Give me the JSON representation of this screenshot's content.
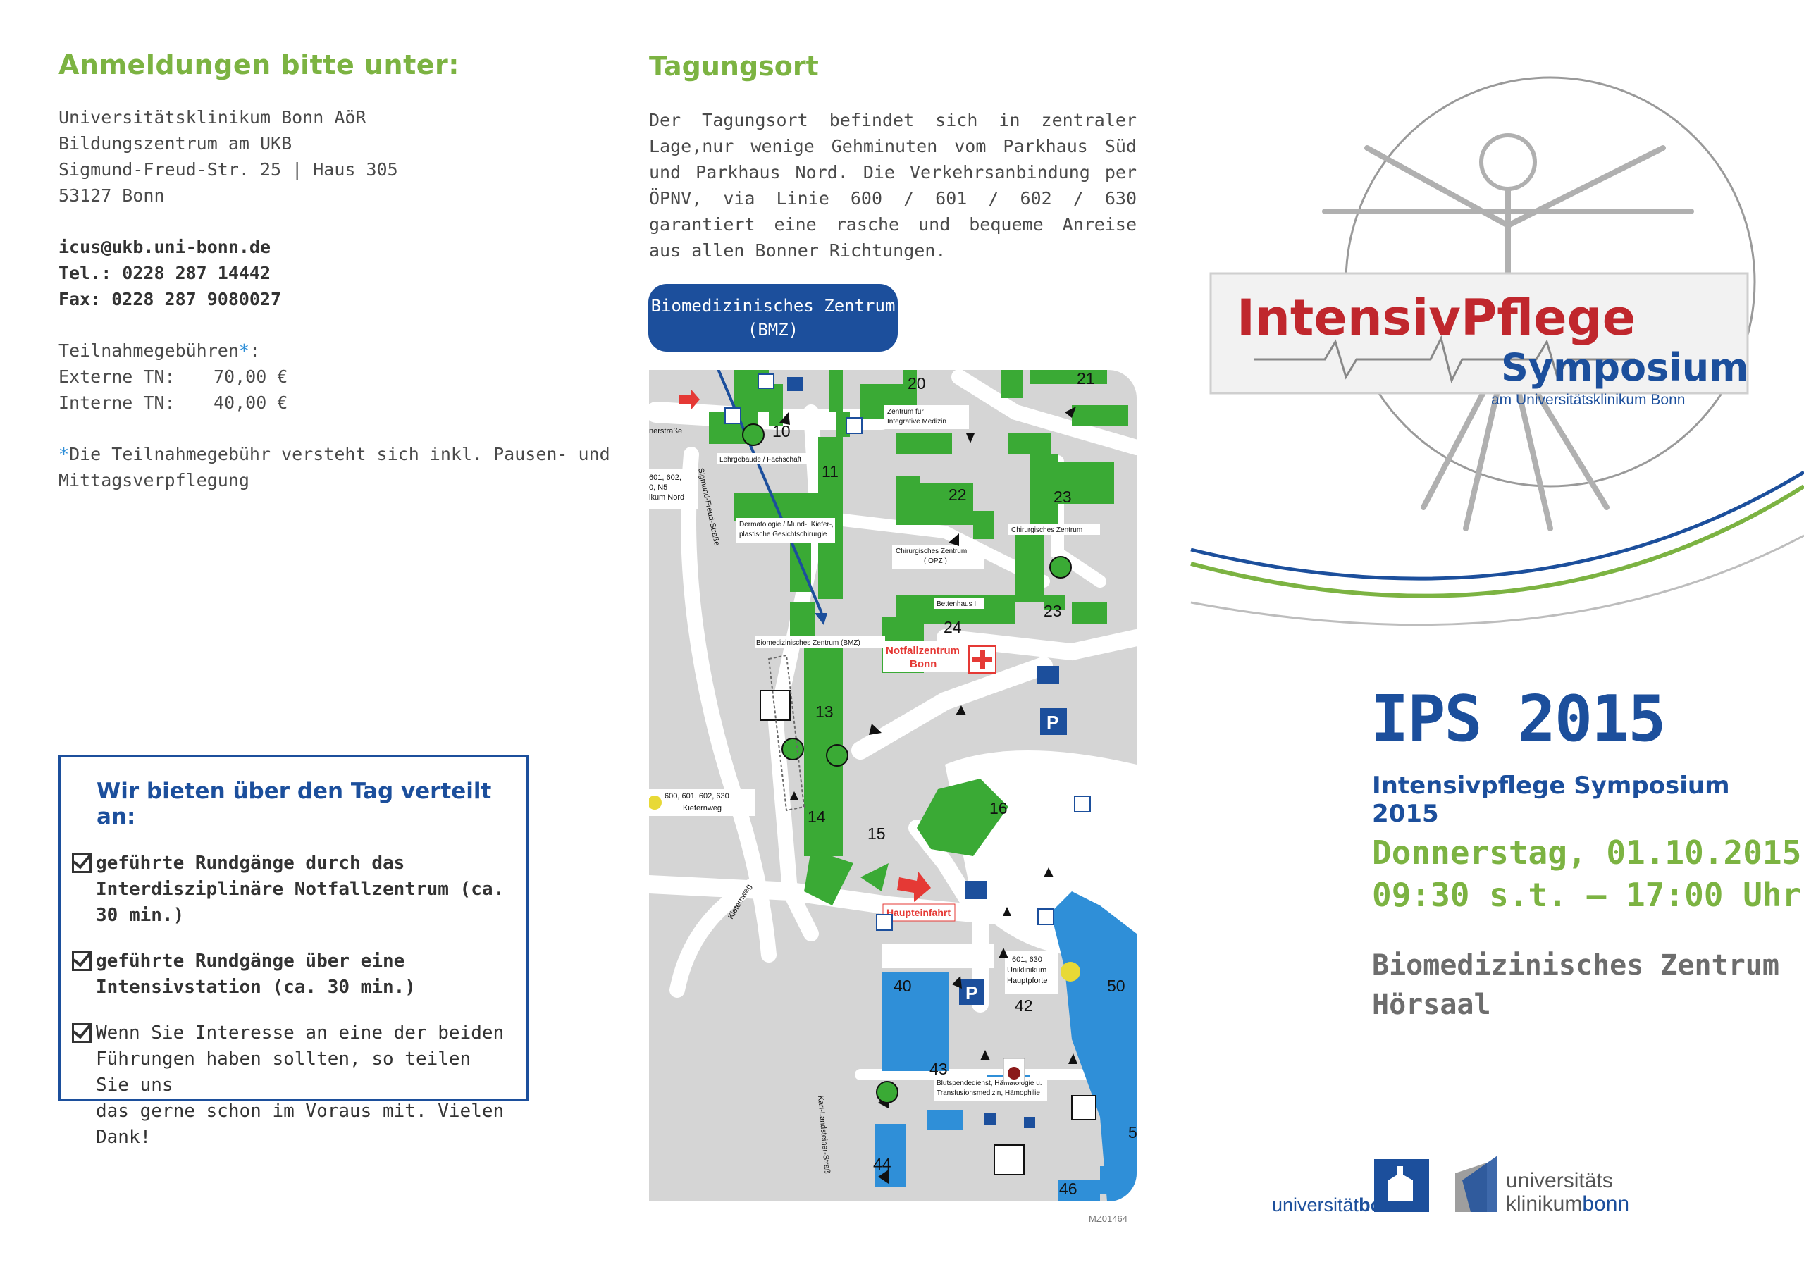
{
  "registration": {
    "heading": "Anmeldungen bitte unter:",
    "address": [
      "Universitätsklinikum Bonn AöR",
      "Bildungszentrum am UKB",
      "Sigmund-Freud-Str. 25 | Haus 305",
      "53127 Bonn"
    ],
    "email": "icus@ukb.uni-bonn.de",
    "phone": "Tel.: 0228 287 14442",
    "fax": "Fax: 0228 287 9080027",
    "fees_label": "Teilnahmegebühren",
    "fees_asterisk": "*",
    "fees_colon": ":",
    "fees": [
      {
        "label": "Externe TN:",
        "value": "70,00 €"
      },
      {
        "label": "Interne TN:",
        "value": "40,00 €"
      }
    ],
    "note_asterisk": "*",
    "note_line1": "Die Teilnahmegebühr versteht sich inkl. Pausen- und",
    "note_line2": "Mittagsverpflegung"
  },
  "offer": {
    "heading": "Wir bieten über den Tag verteilt an:",
    "items": [
      {
        "lines": [
          "geführte Rundgänge durch das",
          "Interdisziplinäre Notfallzentrum (ca.",
          "30 min.)"
        ]
      },
      {
        "lines": [
          "geführte Rundgänge über eine",
          "Intensivstation (ca. 30 min.)"
        ]
      },
      {
        "lines": [
          "Wenn Sie Interesse an eine der beiden",
          "Führungen haben sollten, so teilen Sie uns",
          "das gerne schon im Voraus mit. Vielen Dank!"
        ]
      }
    ]
  },
  "venue_section": {
    "heading": "Tagungsort",
    "text": "Der Tagungsort befindet sich in zentraler Lage,nur wenige Gehminuten vom Parkhaus Süd und Parkhaus Nord. Die Verkehrsanbindung per ÖPNV, via Linie 600 / 601 / 602 / 630 garantiert eine rasche und bequeme Anreise aus allen Bonner Richtungen."
  },
  "map": {
    "bubble_line1": "Biomedizinisches Zentrum",
    "bubble_line2": "(BMZ)",
    "code": "MZ01464",
    "street_labels": [
      "nerstraße",
      "Sigmund-Freud-Straße",
      "Kiefernweg",
      "Karl-Landsteiner-Straß"
    ],
    "bus_top": [
      "601, 602,",
      "0, N5",
      "ikum Nord"
    ],
    "bus_kiefernweg": [
      "600, 601, 602, 630",
      "Kiefernweg"
    ],
    "bus_main": [
      "601, 630",
      "Uniklinikum",
      "Hauptpforte"
    ],
    "buildings": {
      "lehrgebaeude": "Lehrgebäude / Fachschaft",
      "dermatologie": [
        "Dermatologie / Mund-, Kiefer-,",
        "plastische Gesichtschirurgie"
      ],
      "zentrum_integrativ": [
        "Zentrum für",
        "Integrative Medizin"
      ],
      "chirurgisches_opz": [
        "Chirurgisches Zentrum",
        "( OPZ )"
      ],
      "chirurgisches": "Chirurgisches Zentrum",
      "bettenhaus": "Bettenhaus I",
      "bmz": "Biomedizinisches Zentrum (BMZ)",
      "notfall": [
        "Notfallzentrum",
        "Bonn"
      ],
      "haupteinfahrt": "Haupteinfahrt",
      "blutspende": [
        "Blutspendedienst, Hämatologie u.",
        "Transfusionsmedizin, Hämophilie"
      ]
    },
    "numbers": [
      "10",
      "11",
      "11",
      "13",
      "14",
      "15",
      "16",
      "20",
      "21",
      "22",
      "23",
      "23",
      "24",
      "40",
      "42",
      "43",
      "44",
      "46",
      "50",
      "5"
    ]
  },
  "logo": {
    "word1": "IntensivPflege",
    "word2": "Symposium",
    "sub": "am Universitätsklinikum Bonn"
  },
  "event": {
    "title": "IPS 2015",
    "subtitle": "Intensivpflege Symposium 2015",
    "date": "Donnerstag, 01.10.2015",
    "time": "09:30 s.t. – 17:00 Uhr",
    "place_line1": "Biomedizinisches Zentrum",
    "place_line2": "Hörsaal"
  },
  "logos": {
    "uni_a": "universität",
    "uni_b": "bonn",
    "ukb_a": "universitäts",
    "ukb_b1": "klinikum",
    "ukb_b2": "bonn"
  },
  "colors": {
    "green": "#7cb342",
    "blue": "#1c4f9c",
    "red": "#c0272d",
    "map_green": "#3aaa35",
    "map_blue": "#2f8fd8"
  }
}
